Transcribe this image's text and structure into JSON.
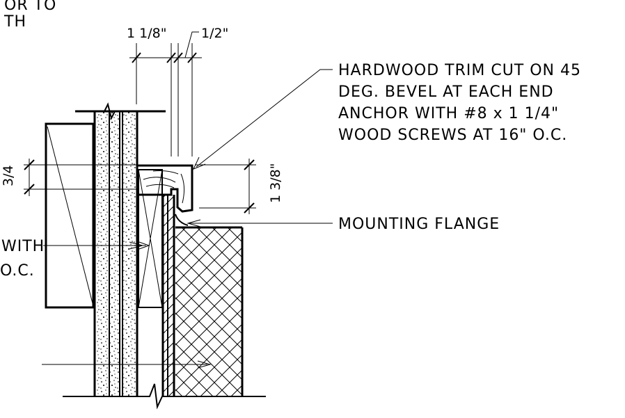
{
  "notes": {
    "partial_top": [
      "OR TO",
      "TH"
    ],
    "partial_left": [
      "WITH",
      "O.C."
    ],
    "trim": [
      "HARDWOOD TRIM CUT ON 45",
      "DEG. BEVEL AT EACH END",
      "ANCHOR WITH #8 x 1 1/4\"",
      "WOOD SCREWS AT 16\" O.C."
    ],
    "flange": "MOUNTING FLANGE"
  },
  "dimensions": {
    "top_left": "1 1/8\"",
    "top_right": "1/2\"",
    "right_vertical": "1 3/8\"",
    "left_vertical": "3/4"
  }
}
